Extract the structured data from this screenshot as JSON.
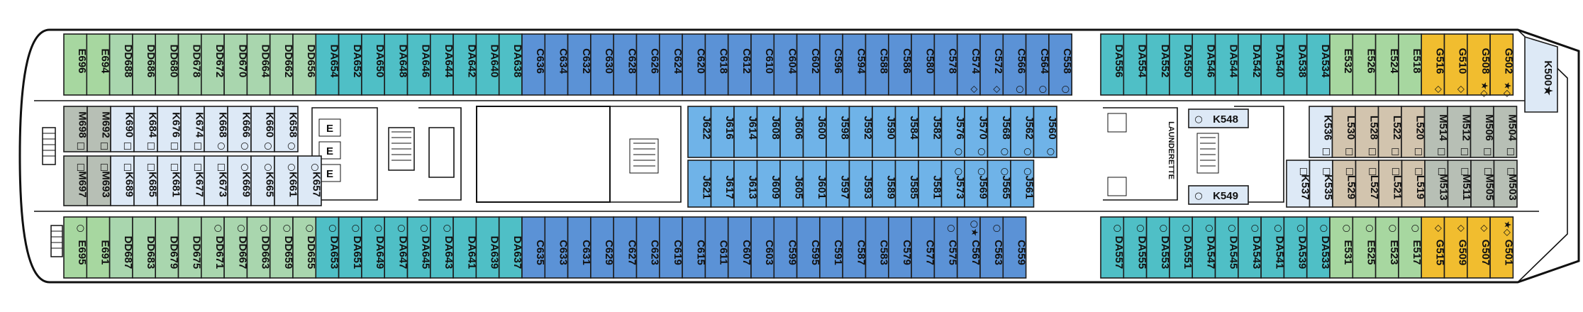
{
  "colors": {
    "E": "#a7d7a0",
    "DD": "#a9d6ae",
    "DA": "#4fbfc6",
    "C": "#5b92d6",
    "J": "#6fb3e8",
    "K": "#dde9f6",
    "M": "#b7bfb5",
    "L": "#d2c4ae",
    "G": "#f1bd2f",
    "outline": "#1c1c1c"
  },
  "symbols": {
    "circle": "○",
    "square": "□",
    "diamond": "◇",
    "star": "★"
  },
  "labels": {
    "launderette": "LAUNDERETTE",
    "elevator": "E"
  },
  "cabins": {
    "top_row_a": [
      "E696",
      "E694",
      "DD688",
      "DD686",
      "DD680",
      "DD678",
      "DD672",
      "DD670",
      "DD664",
      "DD662",
      "DD656",
      "DA654",
      "DA652",
      "DA650",
      "DA648",
      "DA646",
      "DA644",
      "DA642",
      "DA640",
      "DA638",
      "C636",
      "C634",
      "C632",
      "C630",
      "C628",
      "C626",
      "C624",
      "C620",
      "C618",
      "C612",
      "C610",
      "C604",
      "C602",
      "C596",
      "C594",
      "C588",
      "C586",
      "C580",
      "C578",
      "C574",
      "C572",
      "C566",
      "C564",
      "C558"
    ],
    "top_row_a_sym": [
      "",
      "",
      "",
      "",
      "",
      "",
      "",
      "",
      "",
      "",
      "",
      "",
      "",
      "",
      "",
      "",
      "",
      "",
      "",
      "",
      "",
      "",
      "",
      "",
      "",
      "",
      "",
      "",
      "",
      "",
      "",
      "",
      "",
      "",
      "",
      "",
      "",
      "",
      "",
      "◇",
      "◇",
      "○",
      "○",
      "○"
    ],
    "top_row_b": [
      "DA556",
      "DA554",
      "DA552",
      "DA550",
      "DA546",
      "DA544",
      "DA542",
      "DA540",
      "DA538",
      "DA534",
      "E532",
      "E526",
      "E524",
      "E518",
      "G516",
      "G510",
      "G508",
      "G502"
    ],
    "top_row_b_sym": [
      "",
      "",
      "",
      "",
      "",
      "",
      "",
      "",
      "",
      "",
      "",
      "",
      "",
      "",
      "◇",
      "◇",
      "★◇",
      "★◇"
    ],
    "bot_row_a": [
      "E695",
      "E691",
      "DD687",
      "DD683",
      "DD679",
      "DD675",
      "DD671",
      "DD667",
      "DD663",
      "DD659",
      "DD655",
      "DA653",
      "DA651",
      "DA649",
      "DA647",
      "DA645",
      "DA643",
      "DA641",
      "DA639",
      "DA637",
      "C635",
      "C633",
      "C631",
      "C629",
      "C627",
      "C623",
      "C619",
      "C615",
      "C611",
      "C607",
      "C603",
      "C599",
      "C595",
      "C591",
      "C587",
      "C583",
      "C579",
      "C577",
      "C575",
      "C567",
      "C563",
      "C559"
    ],
    "bot_row_a_sym": [
      "○",
      "",
      "",
      "",
      "",
      "",
      "○",
      "○",
      "○",
      "○",
      "○",
      "○",
      "○",
      "○",
      "○",
      "○",
      "○",
      "",
      "",
      "",
      "",
      "",
      "",
      "",
      "",
      "",
      "",
      "",
      "",
      "",
      "",
      "",
      "",
      "",
      "",
      "",
      "",
      "",
      "○",
      "○★",
      "○",
      ""
    ],
    "bot_row_b": [
      "DA557",
      "DA555",
      "DA553",
      "DA551",
      "DA547",
      "DA545",
      "DA543",
      "DA541",
      "DA539",
      "DA533",
      "E531",
      "E525",
      "E523",
      "E517",
      "G515",
      "G509",
      "G507",
      "G501"
    ],
    "bot_row_b_sym": [
      "○",
      "○",
      "○",
      "○",
      "○",
      "○",
      "○",
      "○",
      "○",
      "○",
      "○",
      "○",
      "○",
      "○",
      "◇",
      "◇",
      "◇",
      "★◇"
    ],
    "aft_inner_top": [
      "M698",
      "M692",
      "K690",
      "K684",
      "K676",
      "K674",
      "K668",
      "K666",
      "K660",
      "K658"
    ],
    "aft_inner_top_sym": [
      "□",
      "□",
      "□",
      "□",
      "□",
      "□",
      "○",
      "○",
      "○",
      "○"
    ],
    "aft_inner_bot": [
      "M697",
      "M693",
      "K689",
      "K685",
      "K681",
      "K677",
      "K673",
      "K669",
      "K665",
      "K661",
      "K657"
    ],
    "aft_inner_bot_sym": [
      "□",
      "□",
      "□",
      "□",
      "□",
      "□",
      "□",
      "○",
      "○",
      "○",
      "○"
    ],
    "mid_inner_top": [
      "J622",
      "J616",
      "J614",
      "J608",
      "J606",
      "J600",
      "J598",
      "J592",
      "J590",
      "J584",
      "J582",
      "J576",
      "J570",
      "J568",
      "J562",
      "J560"
    ],
    "mid_inner_top_sym": [
      "",
      "",
      "",
      "",
      "",
      "",
      "",
      "",
      "",
      "",
      "",
      "○",
      "○",
      "○",
      "○",
      "○"
    ],
    "mid_inner_bot": [
      "J621",
      "J617",
      "J613",
      "J609",
      "J605",
      "J601",
      "J597",
      "J593",
      "J589",
      "J585",
      "J581",
      "J573",
      "J569",
      "J565",
      "J561"
    ],
    "mid_inner_bot_sym": [
      "",
      "",
      "",
      "",
      "",
      "",
      "",
      "",
      "",
      "",
      "",
      "○",
      "○",
      "○",
      "○"
    ],
    "k_center": [
      "K548",
      "K549"
    ],
    "fwd_inner_top": [
      "K536",
      "L530",
      "L528",
      "L522",
      "L520",
      "M514",
      "M512",
      "M506",
      "M504"
    ],
    "fwd_inner_top_sym": [
      "□",
      "□",
      "□",
      "□",
      "□",
      "□",
      "□",
      "□",
      "□"
    ],
    "fwd_inner_bot": [
      "K537",
      "K535",
      "L529",
      "L527",
      "L521",
      "L519",
      "M513",
      "M511",
      "M505",
      "M503"
    ],
    "fwd_inner_bot_sym": [
      "□",
      "□",
      "□",
      "□",
      "□",
      "□",
      "□",
      "□",
      "□",
      "□"
    ],
    "bow_cabin": "K500★"
  }
}
